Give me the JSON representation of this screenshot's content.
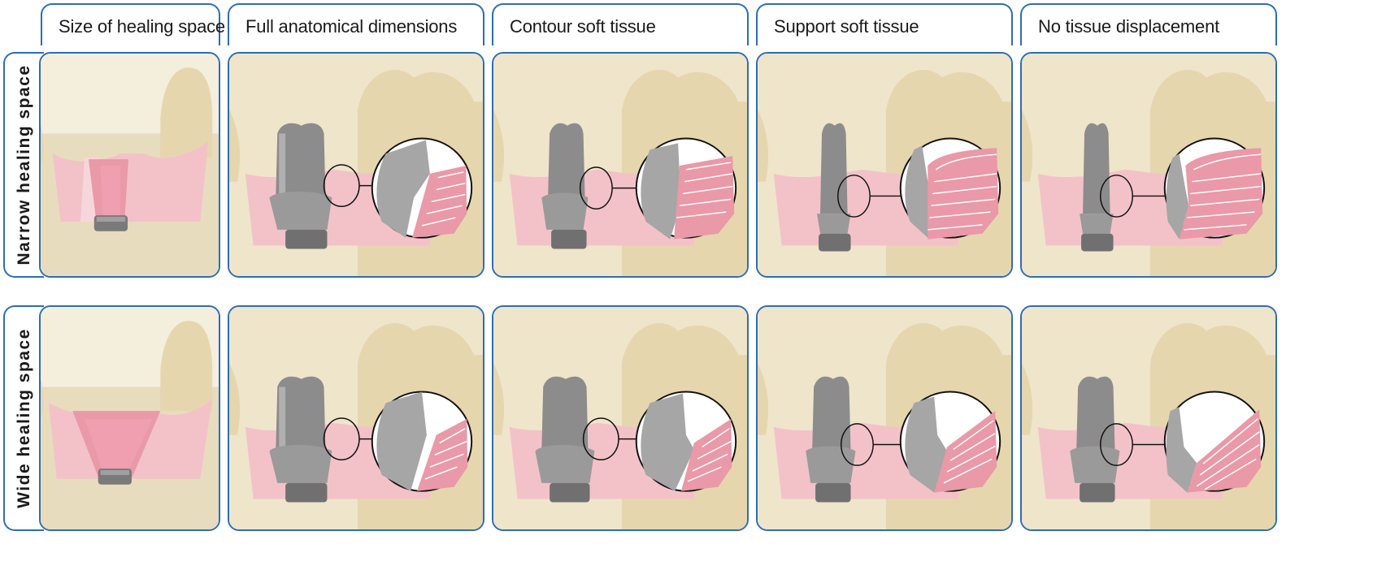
{
  "columns": [
    {
      "title": "Size of healing space"
    },
    {
      "title": "Full anatomical dimensions"
    },
    {
      "title": "Contour soft tissue"
    },
    {
      "title": "Support soft tissue"
    },
    {
      "title": "No tissue displacement"
    }
  ],
  "rows": [
    {
      "label": "Narrow healing space"
    },
    {
      "label": "Wide healing space"
    }
  ],
  "colors": {
    "frame": "#2e6db3",
    "bone": "#e8dcbe",
    "gum": "#f3c2c9",
    "gum_inner": "#e999a8",
    "tooth": "#e6d6ae",
    "metal": "#8c8c8c",
    "abutment_section": "#a6a6a6",
    "tissue_lines": "#e58ea0"
  }
}
